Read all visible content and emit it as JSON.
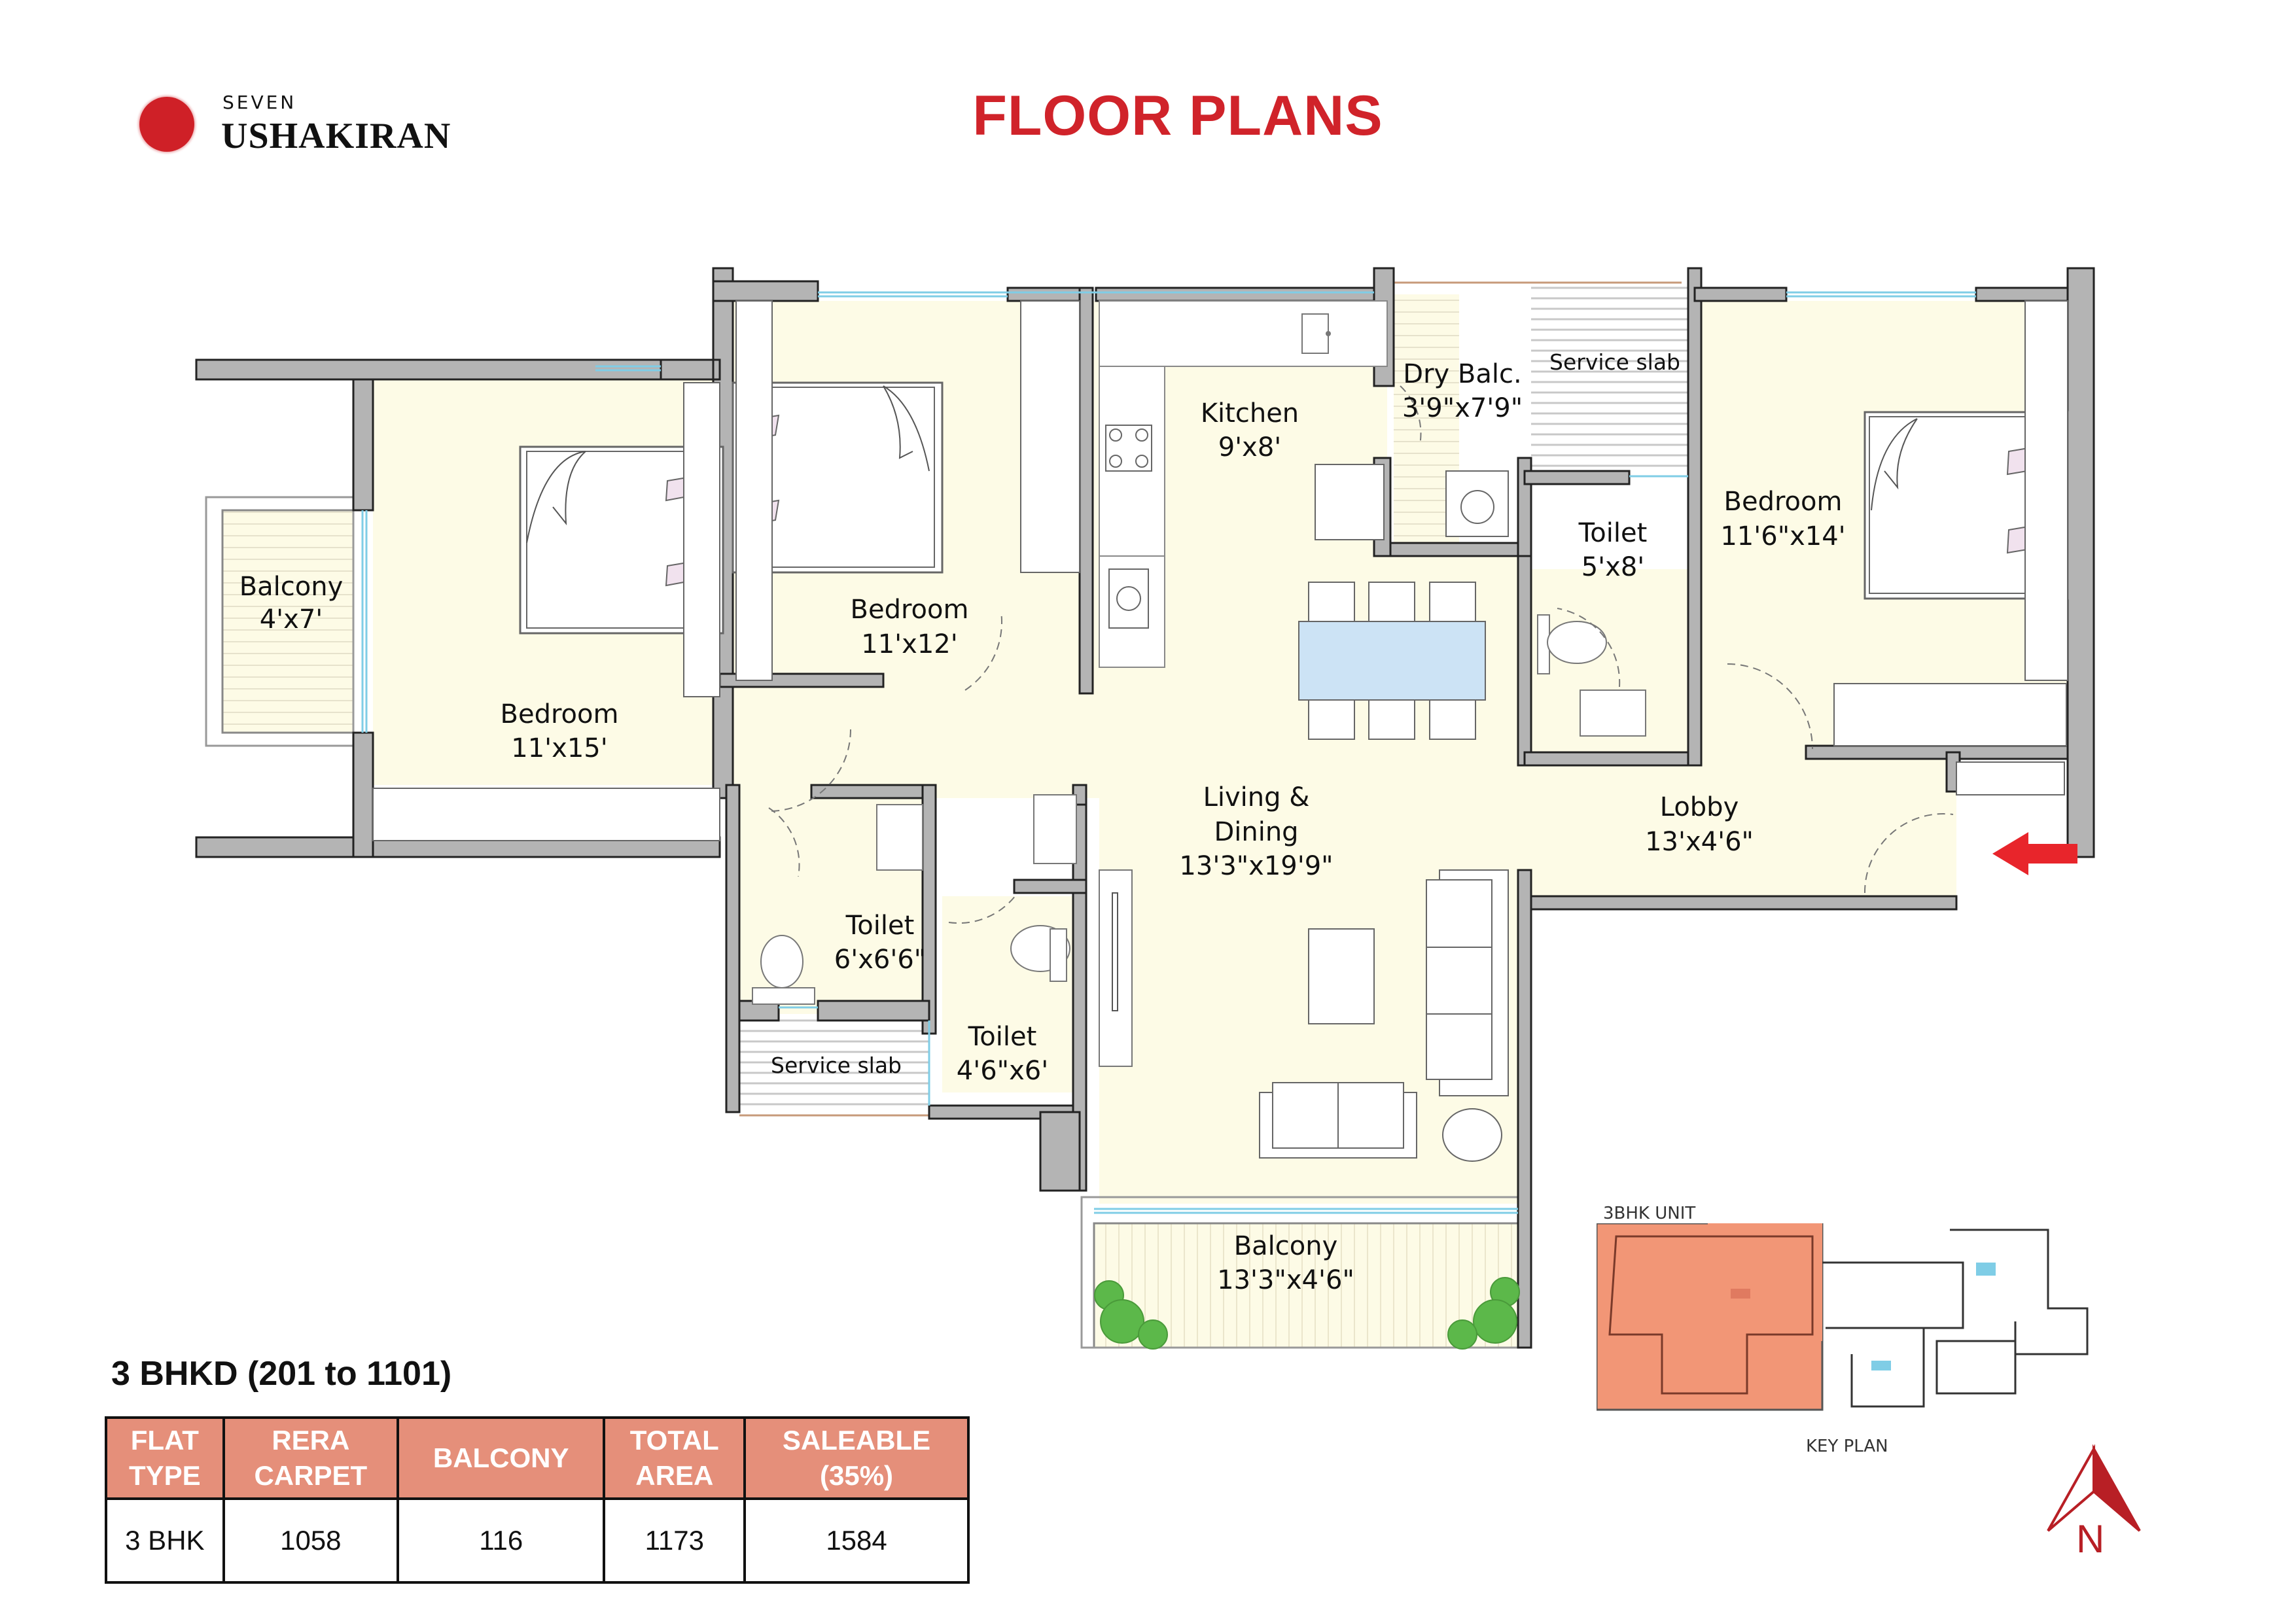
{
  "brand": {
    "prefix": "SEVEN",
    "name": "USHAKIRAN",
    "logo_color": "#cf2027"
  },
  "page_title": "FLOOR PLANS",
  "title_color": "#d0232a",
  "colors": {
    "wall": "#b4b4b4",
    "floor": "#fdfbe6",
    "glass": "#7fcde6",
    "dining_table": "#cce3f5",
    "plant": "#5cb84a",
    "pillow": "#f1e2ee",
    "table_header": "#e58f7a",
    "key_highlight": "#f29676",
    "entry_arrow": "#e8252b",
    "north": "#b81f25"
  },
  "rooms": [
    {
      "id": "balcony-west",
      "name": "Balcony",
      "size": "4'x7'"
    },
    {
      "id": "bedroom-west",
      "name": "Bedroom",
      "size": "11'x15'"
    },
    {
      "id": "bedroom-middle",
      "name": "Bedroom",
      "size": "11'x12'"
    },
    {
      "id": "kitchen",
      "name": "Kitchen",
      "size": "9'x8'"
    },
    {
      "id": "dry-balcony",
      "name": "Dry Balc.",
      "size": "3'9\"x7'9\""
    },
    {
      "id": "service-slab-north",
      "name": "Service slab",
      "size": ""
    },
    {
      "id": "toilet-east",
      "name": "Toilet",
      "size": "5'x8'"
    },
    {
      "id": "bedroom-east",
      "name": "Bedroom",
      "size": "11'6\"x14'"
    },
    {
      "id": "living-dining",
      "name_line1": "Living &",
      "name_line2": "Dining",
      "size": "13'3\"x19'9\""
    },
    {
      "id": "lobby",
      "name": "Lobby",
      "size": "13'x4'6\""
    },
    {
      "id": "toilet-west",
      "name": "Toilet",
      "size": "6'x6'6\""
    },
    {
      "id": "toilet-middle",
      "name": "Toilet",
      "size": "4'6\"x6'"
    },
    {
      "id": "service-slab-south",
      "name": "Service slab",
      "size": ""
    },
    {
      "id": "balcony-south",
      "name": "Balcony",
      "size": "13'3\"x4'6\""
    }
  ],
  "unit": {
    "title": "3 BHKD (201 to 1101)",
    "table": {
      "headers": [
        {
          "line1": "FLAT",
          "line2": "TYPE"
        },
        {
          "line1": "RERA",
          "line2": "CARPET"
        },
        {
          "line1": "BALCONY",
          "line2": ""
        },
        {
          "line1": "TOTAL",
          "line2": "AREA"
        },
        {
          "line1": "SALEABLE",
          "line2": "(35%)"
        }
      ],
      "rows": [
        [
          "3 BHK",
          "1058",
          "116",
          "1173",
          "1584"
        ]
      ]
    }
  },
  "key_plan": {
    "unit_label": "3BHK UNIT",
    "caption": "KEY PLAN"
  },
  "compass": {
    "label": "N",
    "icon": "north-arrow-icon"
  },
  "entry": {
    "icon": "entry-arrow-icon"
  }
}
